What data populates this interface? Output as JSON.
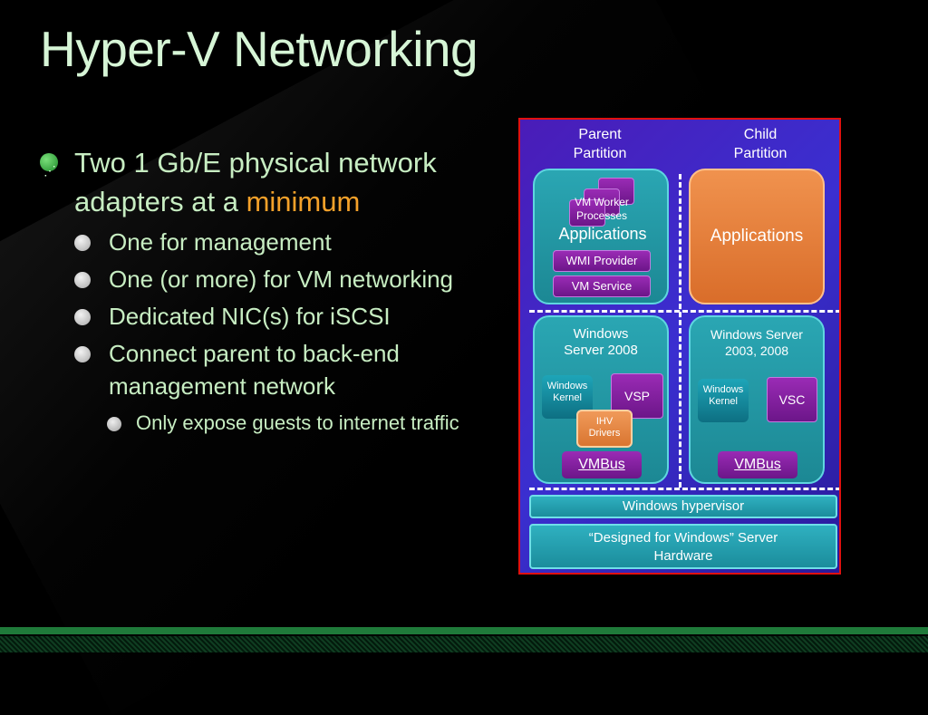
{
  "title": "Hyper-V Networking",
  "bullets": {
    "main_pre": "Two 1 Gb/E physical network adapters at a ",
    "main_highlight": "minimum",
    "sub1": "One for management",
    "sub2": "One (or more) for VM networking",
    "sub3": "Dedicated NIC(s) for iSCSI",
    "sub4": "Connect parent to back-end management network",
    "sub4a": "Only expose guests to internet traffic"
  },
  "diagram": {
    "parent_header": "Parent\nPartition",
    "child_header": "Child\nPartition",
    "vm_worker": "VM Worker\nProcesses",
    "parent_apps": "Applications",
    "wmi_provider": "WMI Provider",
    "vm_service": "VM Service",
    "child_apps": "Applications",
    "parent_os": "Windows\nServer 2008",
    "child_os": "Windows Server\n2003, 2008",
    "parent_kernel": "Windows\nKernel",
    "vsp": "VSP",
    "ihv": "IHV\nDrivers",
    "parent_vmbus": "VMBus",
    "child_kernel": "Windows\nKernel",
    "vsc": "VSC",
    "child_vmbus": "VMBus",
    "hypervisor": "Windows hypervisor",
    "hardware": "“Designed for Windows” Server Hardware"
  },
  "colors": {
    "accent": "#f4a12a",
    "text": "#c7edc2",
    "diagram_border": "#e01010"
  }
}
